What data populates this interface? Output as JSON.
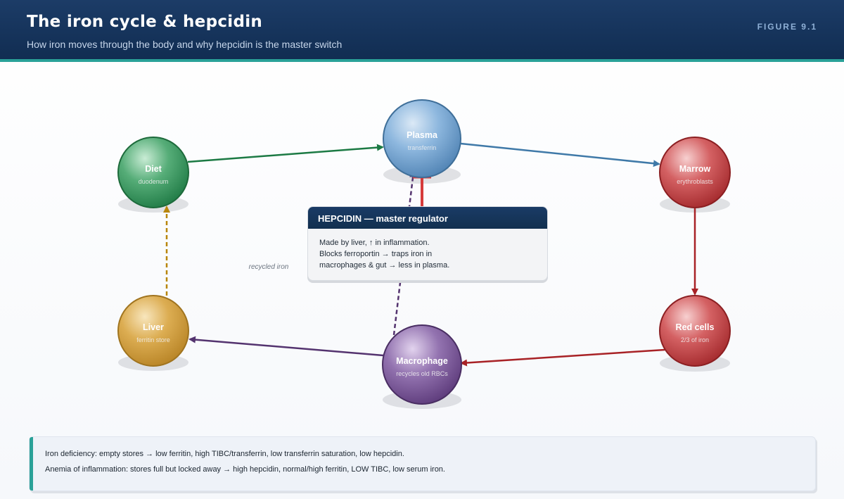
{
  "header": {
    "title": "The iron cycle & hepcidin",
    "subtitle": "How iron moves through the body and why hepcidin is the master switch",
    "figure_label": "FIGURE 9.1"
  },
  "nodes": {
    "plasma": {
      "name": "Plasma",
      "sub": "transferrin",
      "color": "#6f9fc9"
    },
    "diet": {
      "name": "Diet",
      "sub": "duodenum",
      "color": "#3d9a63"
    },
    "marrow": {
      "name": "Marrow",
      "sub": "erythroblasts",
      "color": "#c44b4e"
    },
    "red_cells": {
      "name": "Red cells",
      "sub": "2/3 of iron",
      "color": "#c44b4e"
    },
    "macrophage": {
      "name": "Macrophage",
      "sub": "recycles old RBCs",
      "color": "#7d5a9a"
    },
    "liver": {
      "name": "Liver",
      "sub": "ferritin store",
      "color": "#d6a142"
    }
  },
  "edges": {
    "recycled_label": "recycled iron"
  },
  "hepcidin": {
    "title": "HEPCIDIN — master regulator",
    "lines": [
      "Made by liver, ↑ in inflammation.",
      "Blocks ferroportin → traps iron in",
      "macrophages & gut → less in plasma."
    ]
  },
  "summary": {
    "lines": [
      "Iron deficiency: empty stores → low ferritin, high TIBC/transferrin, low transferrin saturation, low hepcidin.",
      "Anemia of inflammation: stores full but locked away → high hepcidin, normal/high ferritin, LOW TIBC, low serum iron."
    ]
  },
  "colors": {
    "teal_accent": "#2aa198",
    "navy": "#163660",
    "diet_arrow": "#1c7a44",
    "plasma_arrow": "#3f79a8",
    "red_arrow": "#a82226",
    "purple_arrow": "#54336f",
    "gold_arrow": "#b8860b",
    "inhibit_bar": "#d63b3b"
  }
}
